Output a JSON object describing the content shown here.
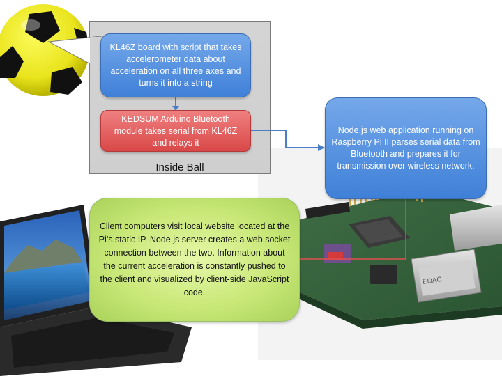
{
  "boxes": {
    "kl46z": "KL46Z board with script that takes accelerometer data about acceleration on all three axes and turns it into a string",
    "kedsum": "KEDSUM Arduino Bluetooth module takes serial from KL46Z and relays it",
    "nodejs": "Node.js web application running on Raspberry Pi II parses serial data from Bluetooth and prepares it for transmission over wireless network.",
    "client": "Client computers visit local website located at the Pi’s static IP.  Node.js server creates a web socket connection between the two. Information about the current acceleration is constantly pushed to the client and visualized by client-side JavaScript code."
  },
  "group_label": "Inside Ball",
  "board_label": "EDAC",
  "colors": {
    "blue_box": "#4a88dc",
    "red_box": "#e35c5c",
    "green_box": "#c9e878",
    "group_bg": "#d2d2d2",
    "connector": "#4a7ec8",
    "pointer_line": "#e05050"
  }
}
